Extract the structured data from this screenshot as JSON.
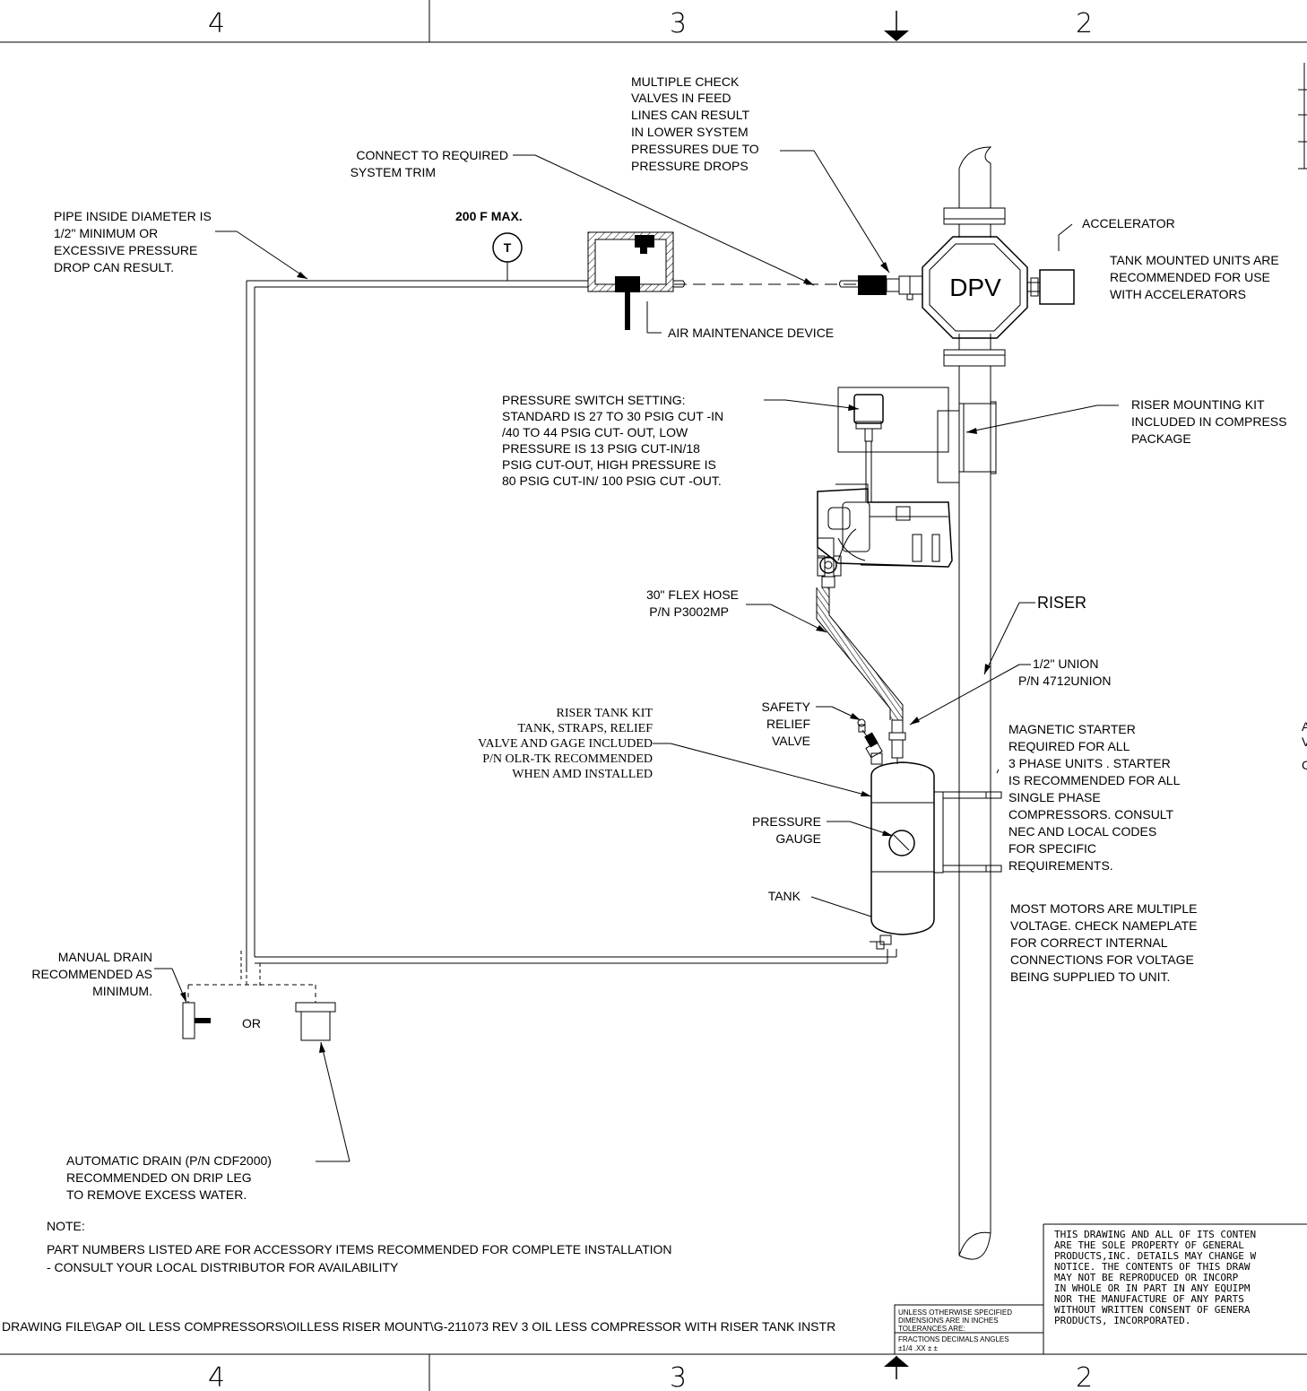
{
  "border": {
    "zones_top": [
      "4",
      "3",
      "2"
    ],
    "zones_bottom": [
      "4",
      "3",
      "2"
    ]
  },
  "callouts": {
    "check_valves": [
      "MULTIPLE CHECK",
      "VALVES IN FEED",
      "LINES CAN RESULT",
      "IN LOWER SYSTEM",
      "PRESSURES DUE TO",
      "PRESSURE DROPS"
    ],
    "system_trim": [
      "CONNECT TO REQUIRED",
      "SYSTEM TRIM"
    ],
    "pipe_diameter": [
      "PIPE INSIDE DIAMETER IS",
      "1/2\" MINIMUM OR",
      "EXCESSIVE PRESSURE",
      "DROP CAN RESULT."
    ],
    "temp_max": "200 F MAX.",
    "temp_symbol": "T",
    "accelerator": "ACCELERATOR",
    "tank_mounted": [
      "TANK MOUNTED UNITS ARE",
      "RECOMMENDED FOR USE",
      "WITH ACCELERATORS"
    ],
    "dpv": "DPV",
    "amd": "AIR MAINTENANCE DEVICE",
    "pressure_switch": [
      "PRESSURE SWITCH SETTING:",
      "STANDARD IS 27  TO 30 PSIG CUT -IN",
      "/40 TO 44 PSIG CUT- OUT, LOW",
      "PRESSURE IS 13 PSIG CUT-IN/18",
      "PSIG CUT-OUT, HIGH PRESSURE IS",
      "80 PSIG CUT-IN/ 100 PSIG CUT -OUT."
    ],
    "mounting_kit": [
      "RISER MOUNTING KIT",
      "INCLUDED IN COMPRESS",
      "PACKAGE"
    ],
    "flex_hose": [
      "30\" FLEX HOSE",
      "P/N P3002MP"
    ],
    "riser": "RISER",
    "union": [
      "1/2\" UNION",
      "P/N 4712UNION"
    ],
    "riser_tank_kit": [
      "RISER TANK KIT",
      "TANK, STRAPS, RELIEF",
      "VALVE AND GAGE INCLUDED",
      "P/N OLR-TK RECOMMENDED",
      "WHEN AMD INSTALLED"
    ],
    "safety_relief": [
      "SAFETY",
      "RELIEF",
      "VALVE"
    ],
    "magnetic_starter": [
      "MAGNETIC STARTER",
      "REQUIRED FOR ALL",
      "3 PHASE UNITS . STARTER",
      "IS RECOMMENDED FOR ALL",
      "SINGLE PHASE",
      "COMPRESSORS. CONSULT",
      "NEC AND LOCAL CODES",
      "FOR SPECIFIC",
      "REQUIREMENTS."
    ],
    "pressure_gauge": [
      "PRESSURE",
      "GAUGE"
    ],
    "tank": "TANK",
    "motors": [
      "MOST MOTORS ARE MULTIPLE",
      "VOLTAGE. CHECK NAMEPLATE",
      "FOR CORRECT INTERNAL",
      "CONNECTIONS FOR VOLTAGE",
      "BEING SUPPLIED TO UNIT."
    ],
    "manual_drain": [
      "MANUAL DRAIN",
      "RECOMMENDED AS",
      "MINIMUM."
    ],
    "or": "OR",
    "auto_drain": [
      "AUTOMATIC DRAIN (P/N CDF2000)",
      "RECOMMENDED ON DRIP LEG",
      "TO REMOVE EXCESS WATER."
    ]
  },
  "notes": {
    "heading": "NOTE:",
    "lines": [
      "PART NUMBERS LISTED ARE FOR ACCESSORY ITEMS RECOMMENDED FOR COMPLETE INSTALLATION",
      "- CONSULT YOUR LOCAL DISTRIBUTOR FOR AVAILABILITY"
    ]
  },
  "title_block": {
    "file_path": "DRAWING FILE\\GAP OIL LESS COMPRESSORS\\OILLESS RISER MOUNT\\G-211073 REV 3 OIL LESS COMPRESSOR WITH RISER TANK INSTR",
    "tolerance": [
      "UNLESS OTHERWISE SPECIFIED",
      "DIMENSIONS ARE IN INCHES",
      "TOLERANCES ARE:",
      "FRACTIONS  DECIMALS   ANGLES",
      "±1/4        .XX ±         ±"
    ],
    "proprietary": [
      "THIS DRAWING AND ALL OF ITS CONTEN",
      "ARE THE SOLE PROPERTY OF GENERAL",
      "PRODUCTS,INC. DETAILS MAY CHANGE W",
      "NOTICE. THE CONTENTS OF THIS DRAW",
      "MAY NOT BE REPRODUCED OR INCORP",
      "IN WHOLE OR IN PART IN ANY EQUIPM",
      "NOR THE MANUFACTURE OF ANY PARTS",
      "WITHOUT WRITTEN CONSENT OF GENERA",
      "PRODUCTS, INCORPORATED."
    ]
  },
  "edge_fragments": [
    "A",
    "V",
    "C"
  ]
}
